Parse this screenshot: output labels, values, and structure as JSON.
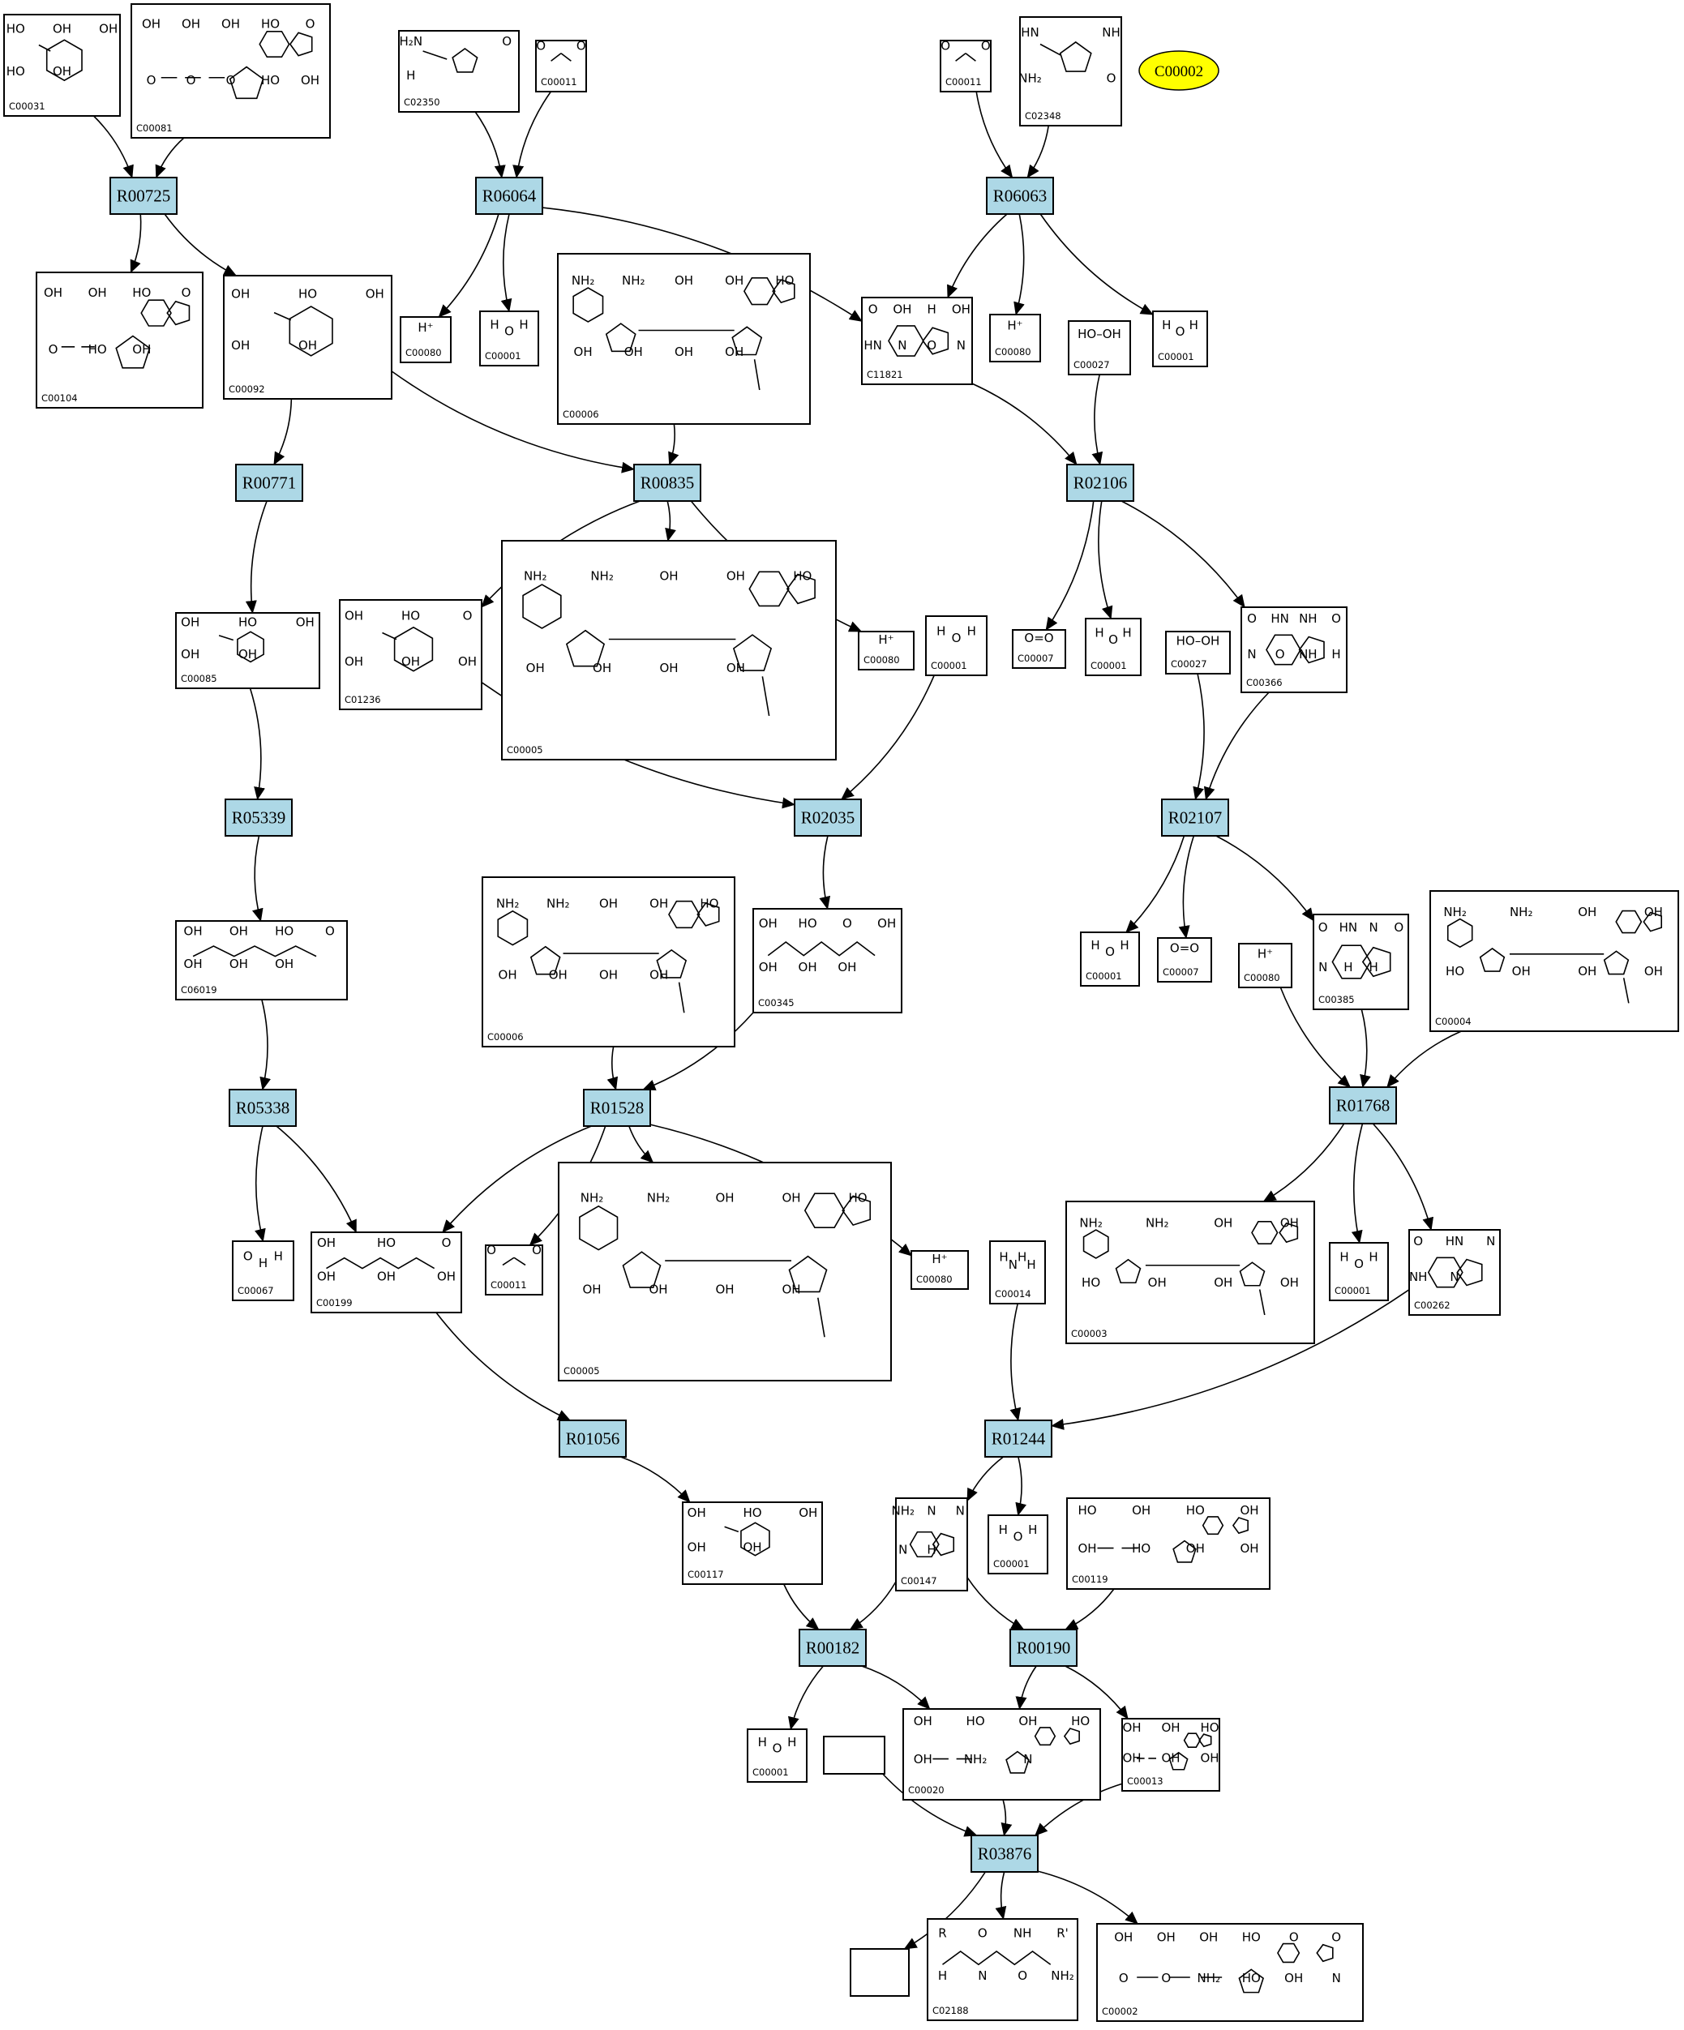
{
  "diagram": {
    "highlighted": {
      "id": "c00002_highlight",
      "label": "C00002",
      "color": "#ffff00"
    },
    "colors": {
      "reaction": "#add8e6",
      "compound": "#ffffff",
      "highlight": "#ffff00",
      "stroke": "#000000"
    },
    "reactions": [
      {
        "id": "R00725",
        "label": "R00725"
      },
      {
        "id": "R06064",
        "label": "R06064"
      },
      {
        "id": "R06063",
        "label": "R06063"
      },
      {
        "id": "R00771",
        "label": "R00771"
      },
      {
        "id": "R00835",
        "label": "R00835"
      },
      {
        "id": "R02106",
        "label": "R02106"
      },
      {
        "id": "R05339",
        "label": "R05339"
      },
      {
        "id": "R02035",
        "label": "R02035"
      },
      {
        "id": "R02107",
        "label": "R02107"
      },
      {
        "id": "R05338",
        "label": "R05338"
      },
      {
        "id": "R01528",
        "label": "R01528"
      },
      {
        "id": "R01768",
        "label": "R01768"
      },
      {
        "id": "R01056",
        "label": "R01056"
      },
      {
        "id": "R01244",
        "label": "R01244"
      },
      {
        "id": "R00182",
        "label": "R00182"
      },
      {
        "id": "R00190",
        "label": "R00190"
      },
      {
        "id": "R03876",
        "label": "R03876"
      }
    ],
    "compounds": [
      {
        "id": "c00031",
        "label": "C00031",
        "kind": "sugar",
        "texts": [
          "HO",
          "OH",
          "OH",
          "HO",
          "OH"
        ]
      },
      {
        "id": "c00081",
        "label": "C00081",
        "kind": "nucleotide3",
        "texts": [
          "OH",
          "OH",
          "OH",
          "HO",
          "O",
          "O",
          "O",
          "O",
          "HO",
          "OH"
        ]
      },
      {
        "id": "c02350",
        "label": "C02350",
        "kind": "ureido",
        "texts": [
          "H₂N",
          "O",
          "H"
        ]
      },
      {
        "id": "c00011a",
        "label": "C00011",
        "kind": "co2",
        "texts": [
          "O",
          "O"
        ]
      },
      {
        "id": "c00011b",
        "label": "C00011",
        "kind": "co2",
        "texts": [
          "O",
          "O"
        ]
      },
      {
        "id": "c02348",
        "label": "C02348",
        "kind": "ureido",
        "texts": [
          "HN",
          "NH",
          "NH₂",
          "O"
        ]
      },
      {
        "id": "c00104",
        "label": "C00104",
        "kind": "nucleotide2",
        "texts": [
          "OH",
          "OH",
          "HO",
          "O",
          "O",
          "HO",
          "OH"
        ]
      },
      {
        "id": "c00092",
        "label": "C00092",
        "kind": "sugar",
        "texts": [
          "OH",
          "HO",
          "OH",
          "OH",
          "OH"
        ]
      },
      {
        "id": "c00080a",
        "label": "C00080",
        "kind": "formula",
        "texts": [
          "H⁺"
        ]
      },
      {
        "id": "c00001a",
        "label": "C00001",
        "kind": "formula",
        "texts": [
          "H",
          "O",
          "H"
        ]
      },
      {
        "id": "c00006a",
        "label": "C00006",
        "kind": "nad",
        "texts": [
          "NH₂",
          "NH₂",
          "OH",
          "OH",
          "HO",
          "OH",
          "OH",
          "OH",
          "OH"
        ]
      },
      {
        "id": "c11821",
        "label": "C11821",
        "kind": "purine",
        "texts": [
          "O",
          "OH",
          "H",
          "OH",
          "HN",
          "N",
          "O",
          "N"
        ]
      },
      {
        "id": "c00080b",
        "label": "C00080",
        "kind": "formula",
        "texts": [
          "H⁺"
        ]
      },
      {
        "id": "c00027a",
        "label": "C00027",
        "kind": "formula",
        "texts": [
          "HO–OH"
        ]
      },
      {
        "id": "c00001b",
        "label": "C00001",
        "kind": "formula",
        "texts": [
          "H",
          "O",
          "H"
        ]
      },
      {
        "id": "c00085",
        "label": "C00085",
        "kind": "sugar",
        "texts": [
          "OH",
          "HO",
          "OH",
          "OH",
          "OH"
        ]
      },
      {
        "id": "c01236",
        "label": "C01236",
        "kind": "sugar",
        "texts": [
          "OH",
          "HO",
          "O",
          "OH",
          "OH",
          "OH"
        ]
      },
      {
        "id": "c00005a",
        "label": "C00005",
        "kind": "nad",
        "texts": [
          "NH₂",
          "NH₂",
          "OH",
          "OH",
          "HO",
          "OH",
          "OH",
          "OH",
          "OH"
        ]
      },
      {
        "id": "c00080c",
        "label": "C00080",
        "kind": "formula",
        "texts": [
          "H⁺"
        ]
      },
      {
        "id": "c00001c",
        "label": "C00001",
        "kind": "formula",
        "texts": [
          "H",
          "O",
          "H"
        ]
      },
      {
        "id": "c00007a",
        "label": "C00007",
        "kind": "formula",
        "texts": [
          "O=O"
        ]
      },
      {
        "id": "c00001d",
        "label": "C00001",
        "kind": "formula",
        "texts": [
          "H",
          "O",
          "H"
        ]
      },
      {
        "id": "c00027b",
        "label": "C00027",
        "kind": "formula",
        "texts": [
          "HO–OH"
        ]
      },
      {
        "id": "c00366",
        "label": "C00366",
        "kind": "purine",
        "texts": [
          "O",
          "HN",
          "NH",
          "O",
          "N",
          "O",
          "NH",
          "H"
        ]
      },
      {
        "id": "c06019",
        "label": "C06019",
        "kind": "chain",
        "texts": [
          "OH",
          "OH",
          "HO",
          "O",
          "OH",
          "OH",
          "OH"
        ]
      },
      {
        "id": "c00006b",
        "label": "C00006",
        "kind": "nad",
        "texts": [
          "NH₂",
          "NH₂",
          "OH",
          "OH",
          "HO",
          "OH",
          "OH",
          "OH",
          "OH"
        ]
      },
      {
        "id": "c00345",
        "label": "C00345",
        "kind": "chain",
        "texts": [
          "OH",
          "HO",
          "O",
          "OH",
          "OH",
          "OH",
          "OH"
        ]
      },
      {
        "id": "c00001e",
        "label": "C00001",
        "kind": "formula",
        "texts": [
          "H",
          "O",
          "H"
        ]
      },
      {
        "id": "c00007b",
        "label": "C00007",
        "kind": "formula",
        "texts": [
          "O=O"
        ]
      },
      {
        "id": "c00080d",
        "label": "C00080",
        "kind": "formula",
        "texts": [
          "H⁺"
        ]
      },
      {
        "id": "c00385",
        "label": "C00385",
        "kind": "purine",
        "texts": [
          "O",
          "HN",
          "N",
          "O",
          "N",
          "H",
          "H"
        ]
      },
      {
        "id": "c00004",
        "label": "C00004",
        "kind": "nad",
        "texts": [
          "NH₂",
          "NH₂",
          "OH",
          "OH",
          "HO",
          "OH",
          "OH",
          "OH"
        ]
      },
      {
        "id": "c00067",
        "label": "C00067",
        "kind": "formula",
        "texts": [
          "O",
          "H",
          "H"
        ]
      },
      {
        "id": "c00199",
        "label": "C00199",
        "kind": "chain",
        "texts": [
          "OH",
          "HO",
          "O",
          "OH",
          "OH",
          "OH"
        ]
      },
      {
        "id": "c00011c",
        "label": "C00011",
        "kind": "co2",
        "texts": [
          "O",
          "O"
        ]
      },
      {
        "id": "c00005b",
        "label": "C00005",
        "kind": "nad",
        "texts": [
          "NH₂",
          "NH₂",
          "OH",
          "OH",
          "HO",
          "OH",
          "OH",
          "OH",
          "OH"
        ]
      },
      {
        "id": "c00080e",
        "label": "C00080",
        "kind": "formula",
        "texts": [
          "H⁺"
        ]
      },
      {
        "id": "c00014",
        "label": "C00014",
        "kind": "formula",
        "texts": [
          "H",
          "N",
          "H",
          "H"
        ]
      },
      {
        "id": "c00003",
        "label": "C00003",
        "kind": "nad",
        "texts": [
          "NH₂",
          "NH₂",
          "OH",
          "OH",
          "HO",
          "OH",
          "OH",
          "OH"
        ]
      },
      {
        "id": "c00001f",
        "label": "C00001",
        "kind": "formula",
        "texts": [
          "H",
          "O",
          "H"
        ]
      },
      {
        "id": "c00262",
        "label": "C00262",
        "kind": "purine",
        "texts": [
          "O",
          "HN",
          "N",
          "NH",
          "N"
        ]
      },
      {
        "id": "c00117",
        "label": "C00117",
        "kind": "sugar",
        "texts": [
          "OH",
          "HO",
          "OH",
          "OH",
          "OH"
        ]
      },
      {
        "id": "c00147",
        "label": "C00147",
        "kind": "purine",
        "texts": [
          "NH₂",
          "N",
          "N",
          "N",
          "H"
        ]
      },
      {
        "id": "c00001g",
        "label": "C00001",
        "kind": "formula",
        "texts": [
          "H",
          "O",
          "H"
        ]
      },
      {
        "id": "c00119",
        "label": "C00119",
        "kind": "nucleotide2",
        "texts": [
          "HO",
          "OH",
          "HO",
          "OH",
          "OH",
          "HO",
          "OH",
          "OH"
        ]
      },
      {
        "id": "c00001h",
        "label": "C00001",
        "kind": "formula",
        "texts": [
          "H",
          "O",
          "H"
        ]
      },
      {
        "id": "c00020",
        "label": "C00020",
        "kind": "nucleotide2",
        "texts": [
          "OH",
          "HO",
          "OH",
          "HO",
          "OH",
          "NH₂",
          "N"
        ]
      },
      {
        "id": "c00013",
        "label": "C00013",
        "kind": "nucleotide2",
        "texts": [
          "OH",
          "OH",
          "HO",
          "OH",
          "OH",
          "OH"
        ]
      },
      {
        "id": "blank1",
        "label": "",
        "kind": "empty",
        "texts": []
      },
      {
        "id": "blank2",
        "label": "",
        "kind": "empty",
        "texts": []
      },
      {
        "id": "c02188",
        "label": "C02188",
        "kind": "chain",
        "texts": [
          "R",
          "O",
          "NH",
          "R'",
          "H",
          "N",
          "O",
          "NH₂"
        ]
      },
      {
        "id": "c00002",
        "label": "C00002",
        "kind": "nucleotide3",
        "texts": [
          "OH",
          "OH",
          "OH",
          "HO",
          "O",
          "O",
          "O",
          "O",
          "NH₂",
          "HO",
          "OH",
          "N"
        ]
      }
    ],
    "edges": [
      [
        "c00031",
        "R00725"
      ],
      [
        "c00081",
        "R00725"
      ],
      [
        "R00725",
        "c00104"
      ],
      [
        "R00725",
        "c00092"
      ],
      [
        "c02350",
        "R06064"
      ],
      [
        "c00011a",
        "R06064"
      ],
      [
        "R06064",
        "c00080a"
      ],
      [
        "R06064",
        "c00001a"
      ],
      [
        "R06064",
        "c11821"
      ],
      [
        "c00011b",
        "R06063"
      ],
      [
        "c02348",
        "R06063"
      ],
      [
        "R06063",
        "c11821"
      ],
      [
        "R06063",
        "c00080b"
      ],
      [
        "R06063",
        "c00001b"
      ],
      [
        "c00092",
        "R00771"
      ],
      [
        "c00092",
        "R00835"
      ],
      [
        "c00006a",
        "R00835"
      ],
      [
        "R00835",
        "c01236"
      ],
      [
        "R00835",
        "c00005a"
      ],
      [
        "R00835",
        "c00080c"
      ],
      [
        "c11821",
        "R02106"
      ],
      [
        "c00027a",
        "R02106"
      ],
      [
        "R02106",
        "c00007a"
      ],
      [
        "R02106",
        "c00001d"
      ],
      [
        "R02106",
        "c00366"
      ],
      [
        "R00771",
        "c00085"
      ],
      [
        "c00085",
        "R05339"
      ],
      [
        "c01236",
        "R02035"
      ],
      [
        "c00001c",
        "R02035"
      ],
      [
        "R02035",
        "c00345"
      ],
      [
        "c00027b",
        "R02107"
      ],
      [
        "c00366",
        "R02107"
      ],
      [
        "R02107",
        "c00001e"
      ],
      [
        "R02107",
        "c00007b"
      ],
      [
        "R02107",
        "c00385"
      ],
      [
        "R05339",
        "c06019"
      ],
      [
        "c06019",
        "R05338"
      ],
      [
        "R05338",
        "c00067"
      ],
      [
        "R05338",
        "c00199"
      ],
      [
        "c00006b",
        "R01528"
      ],
      [
        "c00345",
        "R01528"
      ],
      [
        "R01528",
        "c00199"
      ],
      [
        "R01528",
        "c00011c"
      ],
      [
        "R01528",
        "c00005b"
      ],
      [
        "R01528",
        "c00080e"
      ],
      [
        "c00080d",
        "R01768"
      ],
      [
        "c00385",
        "R01768"
      ],
      [
        "c00004",
        "R01768"
      ],
      [
        "R01768",
        "c00003"
      ],
      [
        "R01768",
        "c00001f"
      ],
      [
        "R01768",
        "c00262"
      ],
      [
        "c00199",
        "R01056"
      ],
      [
        "R01056",
        "c00117"
      ],
      [
        "c00014",
        "R01244"
      ],
      [
        "c00262",
        "R01244"
      ],
      [
        "R01244",
        "c00147"
      ],
      [
        "R01244",
        "c00001g"
      ],
      [
        "c00117",
        "R00182"
      ],
      [
        "c00147",
        "R00182"
      ],
      [
        "c00147",
        "R00190"
      ],
      [
        "c00119",
        "R00190"
      ],
      [
        "R00182",
        "c00001h"
      ],
      [
        "R00182",
        "c00020"
      ],
      [
        "R00190",
        "c00020"
      ],
      [
        "R00190",
        "c00013"
      ],
      [
        "blank1",
        "R03876"
      ],
      [
        "c00020",
        "R03876"
      ],
      [
        "c00013",
        "R03876"
      ],
      [
        "R03876",
        "blank2"
      ],
      [
        "R03876",
        "c02188"
      ],
      [
        "R03876",
        "c00002"
      ]
    ]
  }
}
